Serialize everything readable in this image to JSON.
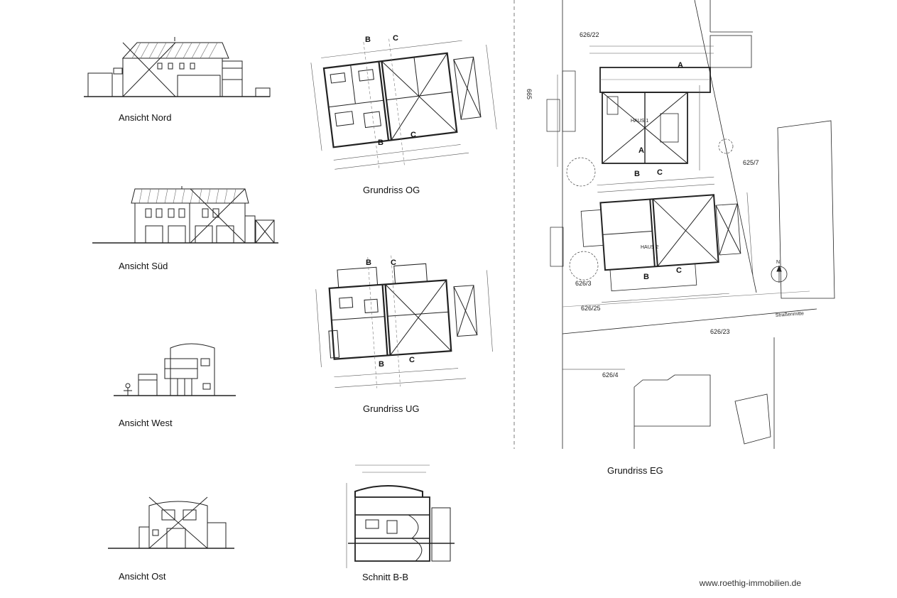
{
  "labels": {
    "ansicht_nord": "Ansicht Nord",
    "ansicht_sued": "Ansicht Süd",
    "ansicht_west": "Ansicht West",
    "ansicht_ost": "Ansicht Ost",
    "grundriss_og": "Grundriss OG",
    "grundriss_ug": "Grundriss UG",
    "schnitt_bb": "Schnitt B-B",
    "grundriss_eg": "Grundriss EG"
  },
  "parcels": {
    "p626_22": "626/22",
    "p665": "665",
    "p625_7": "625/7",
    "p626_3": "626/3",
    "p626_25": "626/25",
    "p626_23": "626/23",
    "p626_4": "626/4",
    "strassenmitte": "Straßenmitte"
  },
  "section_marks": {
    "a": "A",
    "b": "B",
    "c": "C"
  },
  "rooms": {
    "haus1": "HAUS 1",
    "haus2": "HAUS 2"
  },
  "north": "N",
  "website": "www.roethig-immobilien.de"
}
